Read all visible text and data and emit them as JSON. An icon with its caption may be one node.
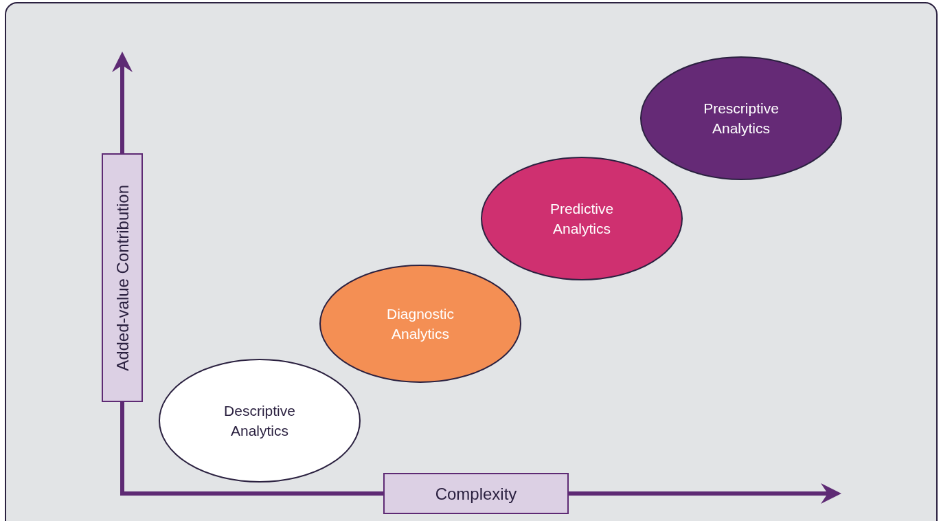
{
  "diagram": {
    "nodes": [
      {
        "text": [
          "Added-value Contribution"
        ]
      },
      {
        "text": [
          "Complexity"
        ]
      },
      {
        "text": [
          "Prescriptive Analytics"
        ]
      },
      {
        "text": [
          "Predictive Analytics"
        ]
      },
      {
        "text": [
          "Diagnostic Analytics"
        ]
      },
      {
        "text": [
          "Descriptive Analytics"
        ]
      }
    ]
  }
}
